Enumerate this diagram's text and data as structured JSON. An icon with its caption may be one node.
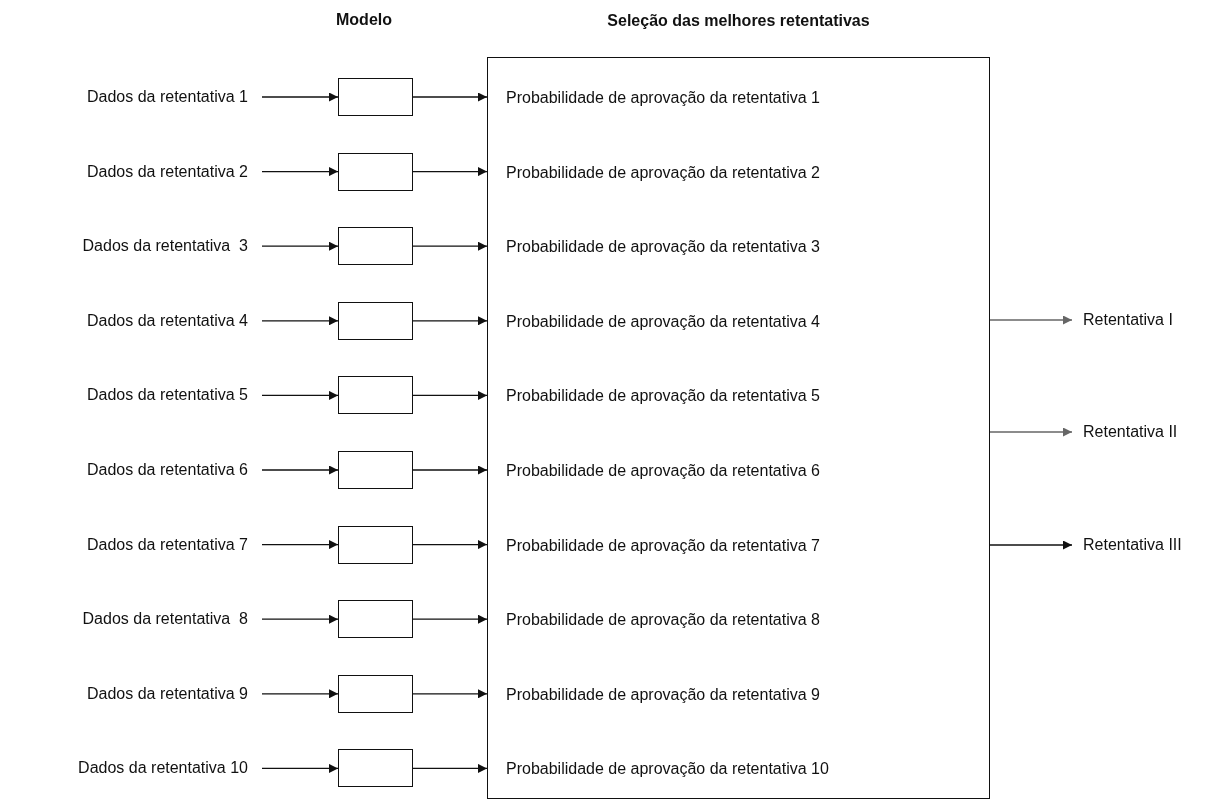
{
  "diagram": {
    "nodes": [
      {
        "text": [
          "Dados da retentativa 1"
        ]
      },
      {
        "text": [
          "Dados da retentativa 2"
        ]
      },
      {
        "text": [
          "Dados da retentativa  3"
        ]
      },
      {
        "text": [
          "Dados da retentativa 4"
        ]
      },
      {
        "text": [
          "Dados da retentativa 5"
        ]
      },
      {
        "text": [
          "Dados da retentativa 6"
        ]
      },
      {
        "text": [
          "Dados da retentativa 7"
        ]
      },
      {
        "text": [
          "Dados da retentativa  8"
        ]
      },
      {
        "text": [
          "Dados da retentativa 9"
        ]
      },
      {
        "text": [
          "Dados da retentativa 10"
        ]
      },
      {
        "text": [],
        "shape": "box"
      },
      {
        "text": [],
        "shape": "box"
      },
      {
        "text": [],
        "shape": "box"
      },
      {
        "text": [],
        "shape": "box"
      },
      {
        "text": [],
        "shape": "box"
      },
      {
        "text": [],
        "shape": "box"
      },
      {
        "text": [],
        "shape": "box"
      },
      {
        "text": [],
        "shape": "box"
      },
      {
        "text": [],
        "shape": "box"
      },
      {
        "text": [],
        "shape": "box"
      },
      {
        "text": [
          "Seleção das melhores retentativas"
        ]
      },
      {
        "text": [
          "Probabilidade de aprovação da retentativa 1"
        ],
        "in": 20
      },
      {
        "text": [
          "Probabilidade de aprovação da retentativa 2"
        ],
        "in": 20
      },
      {
        "text": [
          "Probabilidade de aprovação da retentativa 3"
        ],
        "in": 20
      },
      {
        "text": [
          "Probabilidade de aprovação da retentativa 4"
        ],
        "in": 20
      },
      {
        "text": [
          "Probabilidade de aprovação da retentativa 5"
        ],
        "in": 20
      },
      {
        "text": [
          "Probabilidade de aprovação da retentativa 6"
        ],
        "in": 20
      },
      {
        "text": [
          "Probabilidade de aprovação da retentativa 7"
        ],
        "in": 20
      },
      {
        "text": [
          "Probabilidade de aprovação da retentativa 8"
        ],
        "in": 20
      },
      {
        "text": [
          "Probabilidade de aprovação da retentativa 9"
        ],
        "in": 20
      },
      {
        "text": [
          "Probabilidade de aprovação da retentativa 10"
        ],
        "in": 20
      },
      {
        "text": [
          "Retentativa I"
        ]
      },
      {
        "text": [
          "Retentativa II"
        ]
      },
      {
        "text": [
          "Retentativa III"
        ]
      }
    ],
    "edges": [
      {
        "from": 0,
        "to": 10,
        "arrow": "to"
      },
      {
        "from": 1,
        "to": 11,
        "arrow": "to"
      },
      {
        "from": 2,
        "to": 12,
        "arrow": "to"
      },
      {
        "from": 3,
        "to": 13,
        "arrow": "to"
      },
      {
        "from": 4,
        "to": 14,
        "arrow": "to"
      },
      {
        "from": 5,
        "to": 15,
        "arrow": "to"
      },
      {
        "from": 6,
        "to": 16,
        "arrow": "to"
      },
      {
        "from": 7,
        "to": 17,
        "arrow": "to"
      },
      {
        "from": 8,
        "to": 18,
        "arrow": "to"
      },
      {
        "from": 9,
        "to": 19,
        "arrow": "to"
      },
      {
        "from": 10,
        "to": 21,
        "arrow": "to"
      },
      {
        "from": 11,
        "to": 22,
        "arrow": "to"
      },
      {
        "from": 12,
        "to": 23,
        "arrow": "to"
      },
      {
        "from": 13,
        "to": 24,
        "arrow": "to"
      },
      {
        "from": 14,
        "to": 25,
        "arrow": "to"
      },
      {
        "from": 15,
        "to": 26,
        "arrow": "to"
      },
      {
        "from": 16,
        "to": 27,
        "arrow": "to"
      },
      {
        "from": 17,
        "to": 28,
        "arrow": "to"
      },
      {
        "from": 18,
        "to": 29,
        "arrow": "to"
      },
      {
        "from": 19,
        "to": 30,
        "arrow": "to"
      },
      {
        "from": 20,
        "to": 31,
        "arrow": "to",
        "color": "#666666"
      },
      {
        "from": 20,
        "to": 32,
        "arrow": "to",
        "color": "#666666"
      },
      {
        "from": 20,
        "to": 33,
        "arrow": "to"
      }
    ],
    "labels": [
      "Modelo"
    ]
  }
}
